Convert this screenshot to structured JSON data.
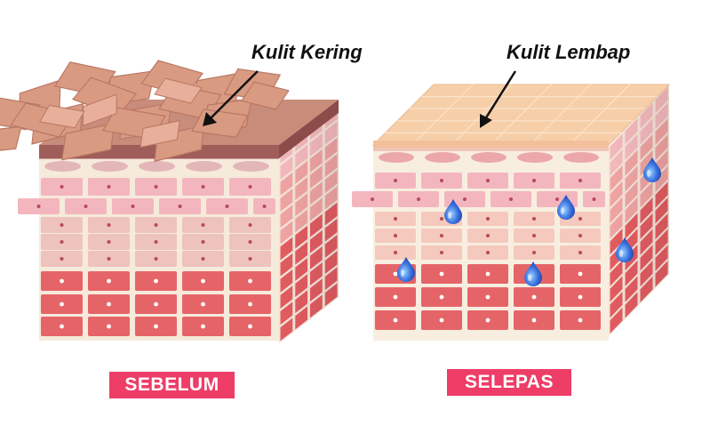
{
  "labels": {
    "dry_skin": "Kulit Kering",
    "moist_skin": "Kulit Lembap"
  },
  "badges": {
    "before": "SEBELUM",
    "after": "SELEPAS"
  },
  "colors": {
    "badge": "#ee3d67",
    "dry_flakes": "#d99a82",
    "moist_surface": "#f6cfa8",
    "deep_cells": "#e25c61",
    "mid_cells": "#f1a9a0",
    "upper_cells": "#f6bfc0",
    "water_drop": "#3a74e0",
    "tissue_bg": "#f8eee0"
  },
  "icons": [
    "water-drop-icon",
    "arrow-icon"
  ]
}
